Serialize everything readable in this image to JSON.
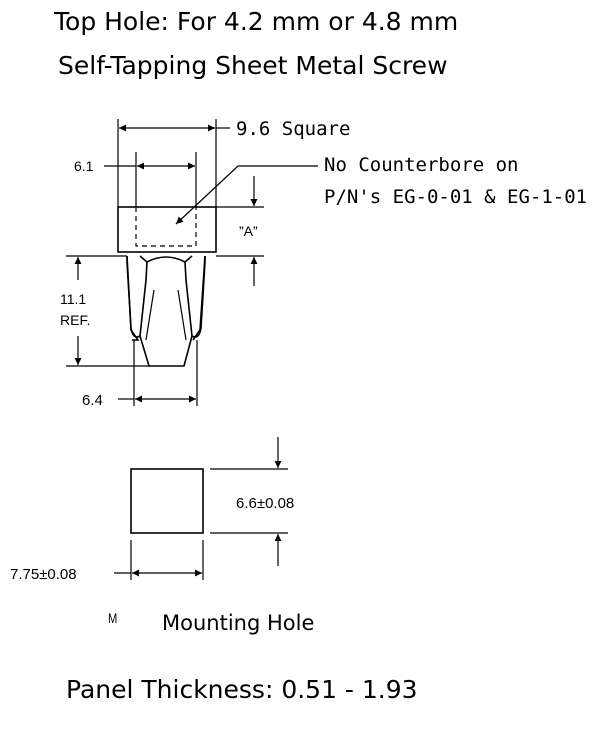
{
  "title": {
    "line1": "Top Hole: For 4.2 mm or 4.8 mm",
    "line2": "Self-Tapping Sheet Metal Screw"
  },
  "part_view": {
    "width_label": "9.6 Square",
    "inner_width_label": "6.1",
    "note_line1": "No Counterbore on",
    "note_line2": "P/N's EG-0-01 & EG-1-01",
    "depth_label": "”A”",
    "height_label_line1": "11.1",
    "height_label_line2": "REF.",
    "leg_width_label": "6.4"
  },
  "hole_view": {
    "height_label": "6.6±0.08",
    "width_label": "7.75±0.08",
    "stray_glyph": "M",
    "caption": "Mounting Hole"
  },
  "panel": {
    "text": "Panel Thickness: 0.51 - 1.93"
  }
}
